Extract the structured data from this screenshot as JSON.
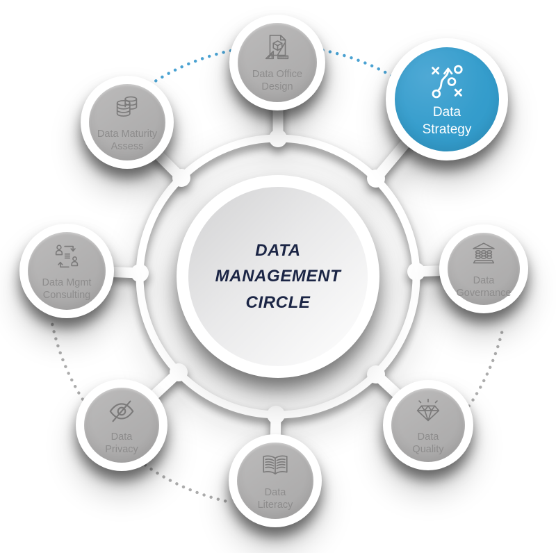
{
  "diagram": {
    "title_lines": [
      "DATA",
      "MANAGEMENT",
      "CIRCLE"
    ]
  },
  "nodes": {
    "office": {
      "line1": "Data Office",
      "line2": "Design",
      "icon": "design-document-icon",
      "state": "default"
    },
    "strategy": {
      "line1": "Data",
      "line2": "Strategy",
      "icon": "strategy-tactics-icon",
      "state": "highlighted"
    },
    "governance": {
      "line1": "Data",
      "line2": "Governance",
      "icon": "bank-columns-icon",
      "state": "default"
    },
    "quality": {
      "line1": "Data",
      "line2": "Quality",
      "icon": "diamond-icon",
      "state": "default"
    },
    "literacy": {
      "line1": "Data",
      "line2": "Literacy",
      "icon": "open-book-icon",
      "state": "default"
    },
    "privacy": {
      "line1": "Data",
      "line2": "Privacy",
      "icon": "eye-slash-icon",
      "state": "default"
    },
    "consulting": {
      "line1": "Data Mgmt",
      "line2": "Consulting",
      "icon": "people-exchange-icon",
      "state": "default"
    },
    "maturity": {
      "line1": "Data Maturity",
      "line2": "Assess",
      "icon": "database-stack-icon",
      "state": "default"
    }
  },
  "colors": {
    "accent_blue": "#329BCB",
    "node_gray": "#B3B2B2",
    "label_gray": "#8D8C8C",
    "center_text": "#1B2545",
    "dot_blue": "#4AA2D2",
    "dot_gray": "#ACACAC"
  }
}
